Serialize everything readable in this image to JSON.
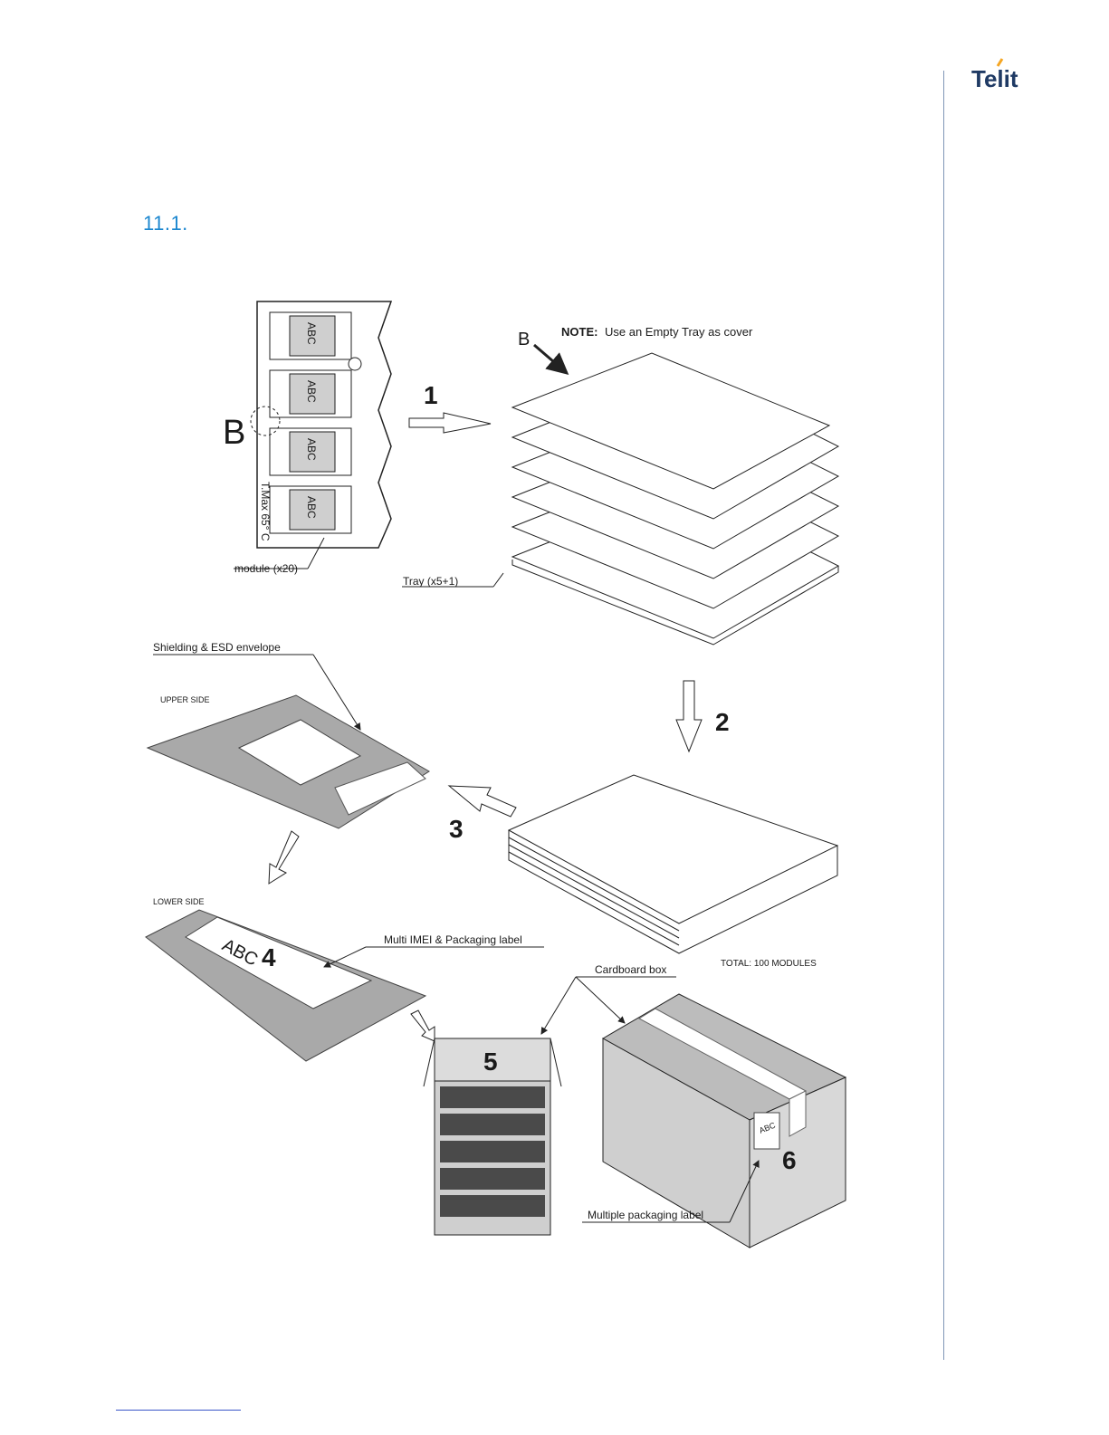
{
  "header": {
    "logo_text": "Telit"
  },
  "section": {
    "number": "11.1."
  },
  "figure": {
    "top": {
      "big_letter": "B",
      "module_label": "ABC",
      "tmax_label": "T.Max 65° C",
      "module_callout": "module (x20)",
      "arrow1": "1",
      "note_bold": "NOTE:",
      "note_text": "Use an Empty Tray as cover",
      "tray_b": "B",
      "tray_callout": "Tray  (x5+1)"
    },
    "middle": {
      "envelope_callout": "Shielding & ESD envelope",
      "upper_side": "UPPER SIDE",
      "arrow2": "2",
      "arrow3": "3"
    },
    "bottom": {
      "lower_side": "LOWER SIDE",
      "envelope_label": "ABC",
      "step4": "4",
      "imei_callout": "Multi IMEI & Packaging label",
      "total": "TOTAL: 100 MODULES",
      "cardboard_callout": "Cardboard box",
      "step5": "5",
      "box_label": "ABC",
      "step6": "6",
      "multi_label_callout": "Multiple packaging label"
    }
  }
}
